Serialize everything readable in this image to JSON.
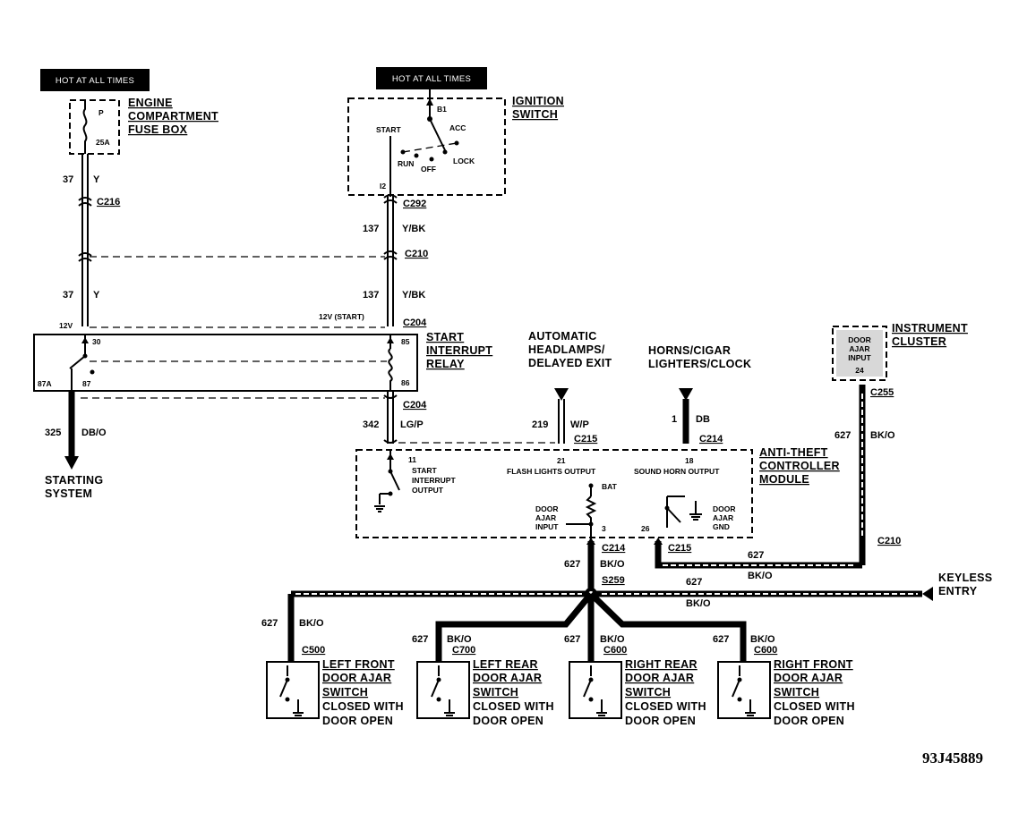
{
  "hot_labels": [
    "HOT AT ALL TIMES",
    "HOT AT ALL TIMES"
  ],
  "components": {
    "fuse_box": {
      "lines": [
        "ENGINE",
        "COMPARTMENT",
        "FUSE BOX"
      ],
      "fuse_id": "P",
      "fuse_rating": "25A"
    },
    "ignition_switch": {
      "lines": [
        "IGNITION",
        "SWITCH"
      ],
      "positions": [
        "START",
        "ACC",
        "RUN",
        "OFF",
        "LOCK"
      ],
      "pins": [
        "B1",
        "I2"
      ]
    },
    "start_interrupt_relay": {
      "lines": [
        "START",
        "INTERRUPT",
        "RELAY"
      ],
      "pins": [
        "30",
        "87A",
        "87",
        "85",
        "86"
      ]
    },
    "automatic_headlamps": {
      "lines": [
        "AUTOMATIC",
        "HEADLAMPS/",
        "DELAYED EXIT"
      ]
    },
    "horns": {
      "lines": [
        "HORNS/CIGAR",
        "LIGHTERS/CLOCK"
      ]
    },
    "instrument_cluster": {
      "lines": [
        "INSTRUMENT",
        "CLUSTER"
      ],
      "inner": [
        "DOOR",
        "AJAR",
        "INPUT",
        "24"
      ]
    },
    "anti_theft_module": {
      "lines": [
        "ANTI-THEFT",
        "CONTROLLER",
        "MODULE"
      ],
      "start_output": [
        "11",
        "START",
        "INTERRUPT",
        "OUTPUT"
      ],
      "flash": [
        "21",
        "FLASH LIGHTS OUTPUT"
      ],
      "horn": [
        "18",
        "SOUND HORN OUTPUT"
      ],
      "bat": "BAT",
      "door_input": [
        "DOOR",
        "AJAR",
        "INPUT",
        "3"
      ],
      "door_gnd": [
        "26",
        "DOOR",
        "AJAR",
        "GND"
      ]
    },
    "starting_system": {
      "lines": [
        "STARTING",
        "SYSTEM"
      ]
    },
    "keyless_entry": {
      "lines": [
        "KEYLESS",
        "ENTRY"
      ]
    }
  },
  "connectors": [
    "C216",
    "C292",
    "C210",
    "C204",
    "C204",
    "C215",
    "C214",
    "C255",
    "C214",
    "C215",
    "C210",
    "S259",
    "C500",
    "C700",
    "C600",
    "C600"
  ],
  "labels": {
    "v12": "12V",
    "v12start": "12V (START)"
  },
  "wires": [
    {
      "num": "37",
      "color": "Y"
    },
    {
      "num": "137",
      "color": "Y/BK"
    },
    {
      "num": "37",
      "color": "Y"
    },
    {
      "num": "137",
      "color": "Y/BK"
    },
    {
      "num": "325",
      "color": "DB/O"
    },
    {
      "num": "342",
      "color": "LG/P"
    },
    {
      "num": "219",
      "color": "W/P"
    },
    {
      "num": "1",
      "color": "DB"
    },
    {
      "num": "627",
      "color": "BK/O"
    },
    {
      "num": "627",
      "color": "BK/O"
    },
    {
      "num": "627",
      "color": "BK/O"
    },
    {
      "num": "627",
      "color": "BK/O"
    },
    {
      "num": "627",
      "color": "BK/O"
    },
    {
      "num": "627",
      "color": "BK/O"
    },
    {
      "num": "627",
      "color": "BK/O"
    },
    {
      "num": "627",
      "color": "BK/O"
    }
  ],
  "door_switches": [
    {
      "lines": [
        "LEFT FRONT",
        "DOOR AJAR",
        "SWITCH",
        "CLOSED WITH",
        "DOOR OPEN"
      ]
    },
    {
      "lines": [
        "LEFT REAR",
        "DOOR AJAR",
        "SWITCH",
        "CLOSED WITH",
        "DOOR OPEN"
      ]
    },
    {
      "lines": [
        "RIGHT REAR",
        "DOOR AJAR",
        "SWITCH",
        "CLOSED WITH",
        "DOOR OPEN"
      ]
    },
    {
      "lines": [
        "RIGHT FRONT",
        "DOOR AJAR",
        "SWITCH",
        "CLOSED WITH",
        "DOOR OPEN"
      ]
    }
  ],
  "reference": "93J45889"
}
